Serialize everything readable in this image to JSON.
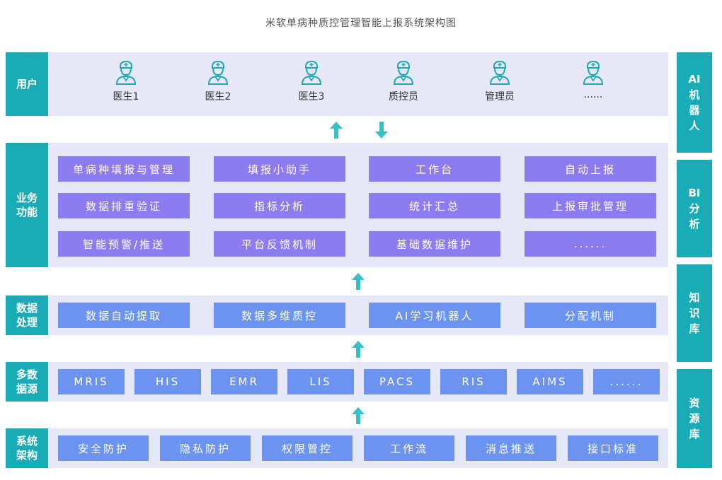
{
  "title": "米软单病种质控管理智能上报系统架构图",
  "layers": {
    "users": {
      "label": "用户",
      "items": [
        "医生1",
        "医生2",
        "医生3",
        "质控员",
        "管理员",
        "......"
      ]
    },
    "business": {
      "label": "业务功能",
      "items": [
        "单病种填报与管理",
        "填报小助手",
        "工作台",
        "自动上报",
        "数据排重验证",
        "指标分析",
        "统计汇总",
        "上报审批管理",
        "智能预警/推送",
        "平台反馈机制",
        "基础数据维护",
        "......"
      ]
    },
    "processing": {
      "label": "数据处理",
      "items": [
        "数据自动提取",
        "数据多维质控",
        "AI学习机器人",
        "分配机制"
      ]
    },
    "sources": {
      "label": "多数据源",
      "items": [
        "MRIS",
        "HIS",
        "EMR",
        "LIS",
        "PACS",
        "RIS",
        "AIMS",
        "......"
      ]
    },
    "system": {
      "label": "系统架构",
      "items": [
        "安全防护",
        "隐私防护",
        "权限管控",
        "工作流",
        "消息推送",
        "接口标准"
      ]
    }
  },
  "right": [
    "AI机器人",
    "BI分析",
    "知识库",
    "资源库"
  ],
  "colors": {
    "teal": "#1aacb6",
    "panel": "#e6e7f7",
    "purple": "#8c7cf0",
    "blue": "#6b93ef"
  },
  "icons": {
    "user": "doctor-icon",
    "up": "arrow-up-icon",
    "down": "arrow-down-icon"
  }
}
